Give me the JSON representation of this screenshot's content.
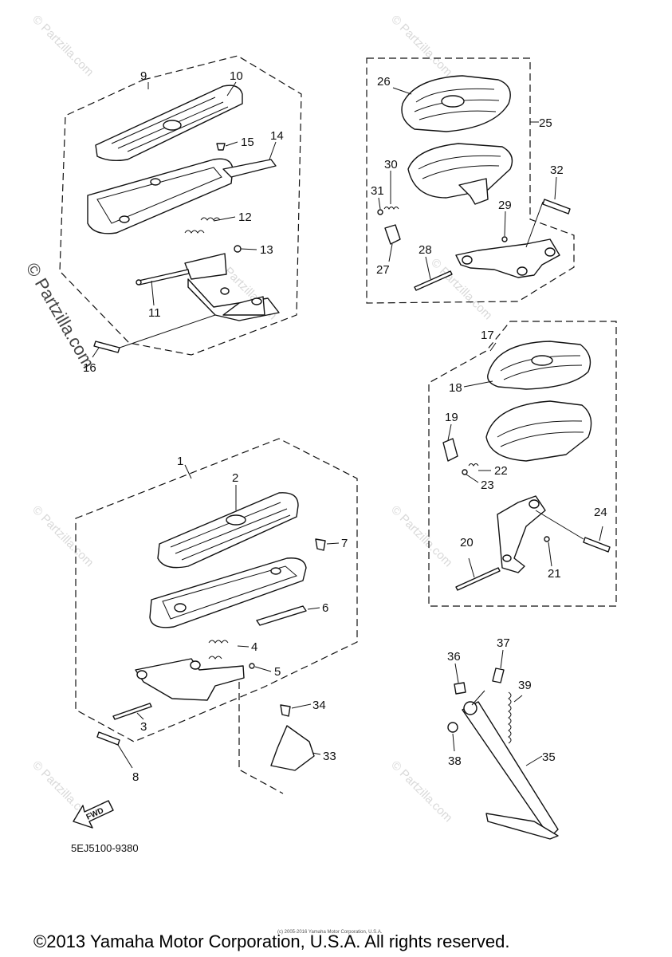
{
  "diagram": {
    "part_number_code": "5EJ5100-9380",
    "fwd_label": "FWD",
    "copyright_footer": "©2013 Yamaha Motor Corporation, U.S.A. All rights reserved.",
    "small_copyright": "(c) 2005-2016 Yamaha Motor Corporation, U.S.A.",
    "watermark": "© Partzilla.com",
    "callouts": {
      "c1": "1",
      "c2": "2",
      "c3": "3",
      "c4": "4",
      "c5": "5",
      "c6": "6",
      "c7": "7",
      "c8": "8",
      "c9": "9",
      "c10": "10",
      "c11": "11",
      "c12": "12",
      "c13": "13",
      "c14": "14",
      "c15": "15",
      "c16": "16",
      "c17": "17",
      "c18": "18",
      "c19": "19",
      "c20": "20",
      "c21": "21",
      "c22": "22",
      "c23": "23",
      "c24": "24",
      "c25": "25",
      "c26": "26",
      "c27": "27",
      "c28": "28",
      "c29": "29",
      "c30": "30",
      "c31": "31",
      "c32": "32",
      "c33": "33",
      "c34": "34",
      "c35": "35",
      "c36": "36",
      "c37": "37",
      "c38": "38",
      "c39": "39"
    }
  }
}
